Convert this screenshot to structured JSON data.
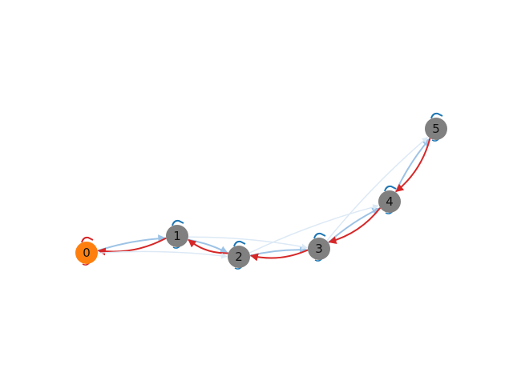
{
  "diagram": {
    "type": "markov-chain-graph",
    "colors": {
      "start_node": "#ff7f0e",
      "node": "#808080",
      "forward_edge": "#9dc3e6",
      "forward_edge_faint": "#dce9f5",
      "backward_edge": "#d62728",
      "self_loop_forward": "#1f77b4",
      "self_loop_backward": "#d62728"
    },
    "nodes": [
      {
        "id": "0",
        "label": "0",
        "start": true
      },
      {
        "id": "1",
        "label": "1",
        "start": false
      },
      {
        "id": "2",
        "label": "2",
        "start": false
      },
      {
        "id": "3",
        "label": "3",
        "start": false
      },
      {
        "id": "4",
        "label": "4",
        "start": false
      },
      {
        "id": "5",
        "label": "5",
        "start": false
      }
    ],
    "edges": [
      {
        "from": "0",
        "to": "1",
        "kind": "forward"
      },
      {
        "from": "1",
        "to": "0",
        "kind": "backward"
      },
      {
        "from": "1",
        "to": "2",
        "kind": "forward"
      },
      {
        "from": "2",
        "to": "1",
        "kind": "backward"
      },
      {
        "from": "2",
        "to": "3",
        "kind": "forward"
      },
      {
        "from": "3",
        "to": "2",
        "kind": "backward"
      },
      {
        "from": "3",
        "to": "4",
        "kind": "forward"
      },
      {
        "from": "4",
        "to": "3",
        "kind": "backward"
      },
      {
        "from": "4",
        "to": "5",
        "kind": "forward"
      },
      {
        "from": "5",
        "to": "4",
        "kind": "backward"
      },
      {
        "from": "0",
        "to": "2",
        "kind": "skip"
      },
      {
        "from": "1",
        "to": "3",
        "kind": "skip"
      },
      {
        "from": "2",
        "to": "4",
        "kind": "skip"
      },
      {
        "from": "3",
        "to": "5",
        "kind": "skip"
      }
    ],
    "self_loops": [
      {
        "node": "0",
        "kind": "backward"
      },
      {
        "node": "1",
        "kind": "forward"
      },
      {
        "node": "2",
        "kind": "forward"
      },
      {
        "node": "3",
        "kind": "forward"
      },
      {
        "node": "4",
        "kind": "forward"
      },
      {
        "node": "5",
        "kind": "forward"
      }
    ]
  }
}
